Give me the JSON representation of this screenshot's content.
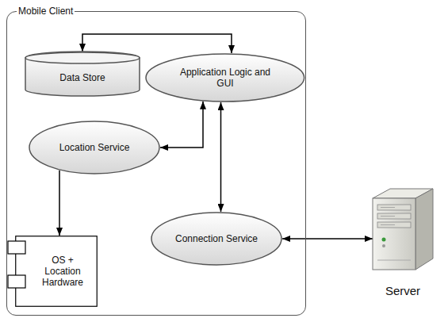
{
  "diagram": {
    "nodes": [
      {
        "text": [
          "Mobile Client"
        ]
      },
      {
        "text": [
          "Data Store"
        ],
        "in": 0
      },
      {
        "text": [
          "Application Logic and GUI"
        ],
        "in": 0
      },
      {
        "text": [
          "Location Service"
        ],
        "in": 0
      },
      {
        "text": [
          "Connection Service"
        ],
        "in": 0
      },
      {
        "text": [
          "OS + Location Hardware"
        ],
        "in": 0
      },
      {
        "text": [
          "Server"
        ]
      }
    ],
    "edges": [
      {
        "from": 1,
        "to": 2,
        "arrow": "both"
      },
      {
        "from": 3,
        "to": 2,
        "arrow": "both"
      },
      {
        "from": 3,
        "to": 5,
        "arrow": "to"
      },
      {
        "from": 2,
        "to": 4,
        "arrow": "both"
      },
      {
        "from": 4,
        "to": 6,
        "arrow": "both"
      }
    ]
  }
}
